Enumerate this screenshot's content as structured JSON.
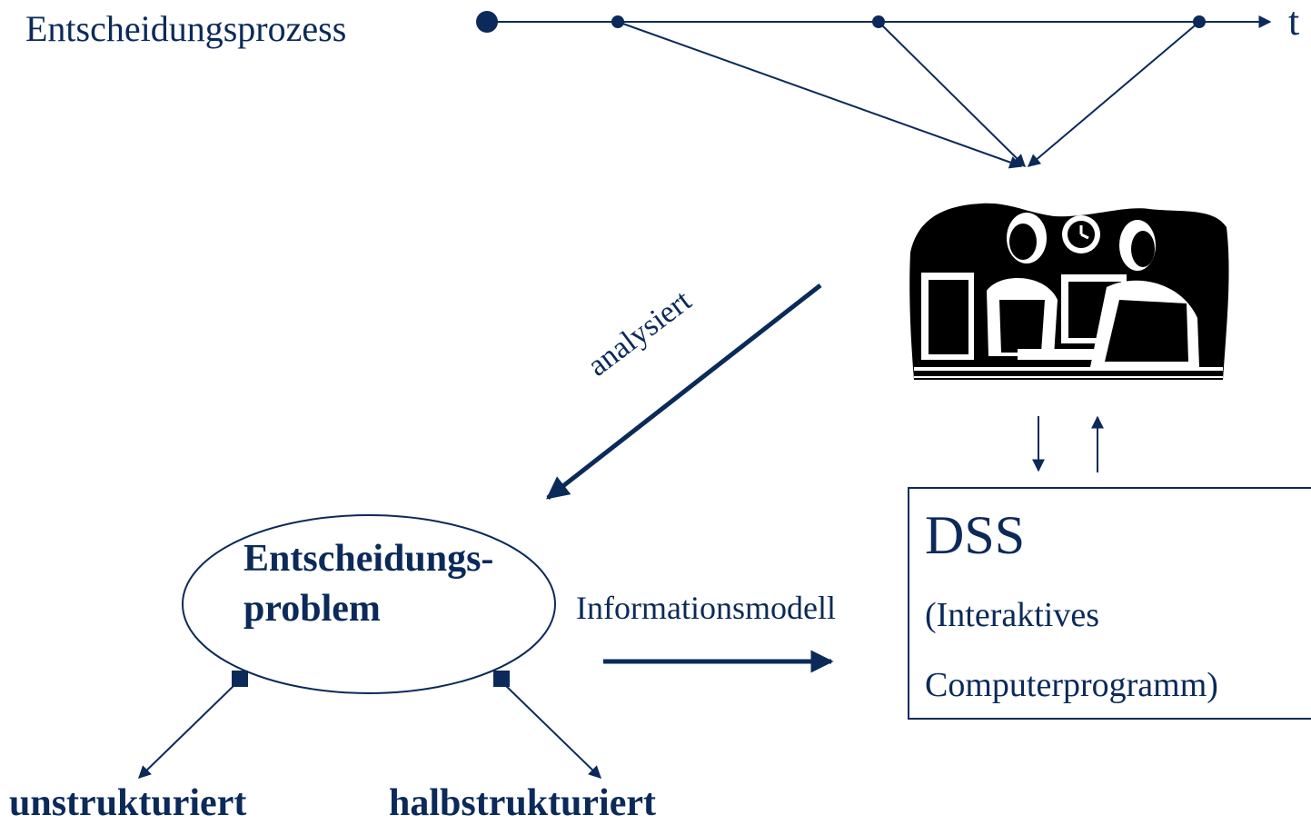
{
  "process": {
    "label": "Entscheidungsprozess",
    "time_label": "t"
  },
  "analysis": {
    "label": "analysiert"
  },
  "problem": {
    "title": "Entscheidungs- problem"
  },
  "model": {
    "label": "Informationsmodell"
  },
  "dss": {
    "title": "DSS",
    "subtitle_line1": "(Interaktives",
    "subtitle_line2": "Computerprogramm)"
  },
  "problem_types": {
    "left": "unstrukturiert",
    "right": "halbstrukturiert"
  },
  "icons": {
    "people": "business-meeting-clipart-icon"
  },
  "colors": {
    "primary": "#0b2a5a"
  }
}
